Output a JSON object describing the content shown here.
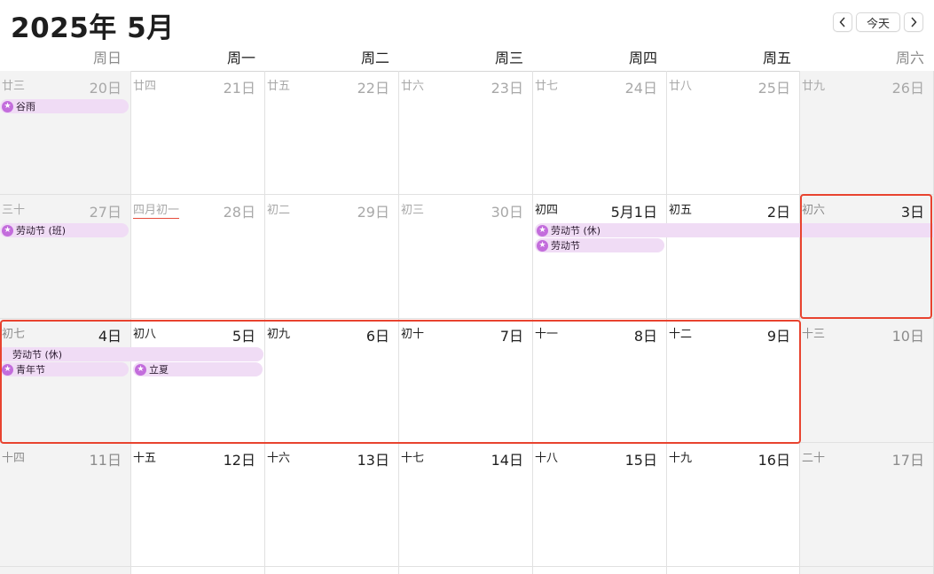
{
  "header": {
    "title": "2025年 5月",
    "prev_icon": "chevron-left-icon",
    "next_icon": "chevron-right-icon",
    "today_label": "今天"
  },
  "weekdays": [
    "周日",
    "周一",
    "周二",
    "周三",
    "周四",
    "周五",
    "周六"
  ],
  "weeks": [
    [
      {
        "lunar": "廿三",
        "day": "20日",
        "muted": true
      },
      {
        "lunar": "廿四",
        "day": "21日",
        "muted": true
      },
      {
        "lunar": "廿五",
        "day": "22日",
        "muted": true
      },
      {
        "lunar": "廿六",
        "day": "23日",
        "muted": true
      },
      {
        "lunar": "廿七",
        "day": "24日",
        "muted": true
      },
      {
        "lunar": "廿八",
        "day": "25日",
        "muted": true
      },
      {
        "lunar": "廿九",
        "day": "26日",
        "muted": true
      }
    ],
    [
      {
        "lunar": "三十",
        "day": "27日",
        "muted": true
      },
      {
        "lunar": "四月初一",
        "day": "28日",
        "muted": true
      },
      {
        "lunar": "初二",
        "day": "29日",
        "muted": true
      },
      {
        "lunar": "初三",
        "day": "30日",
        "muted": true
      },
      {
        "lunar": "初四",
        "day": "5月1日",
        "muted": false
      },
      {
        "lunar": "初五",
        "day": "2日",
        "muted": false
      },
      {
        "lunar": "初六",
        "day": "3日",
        "muted": false
      }
    ],
    [
      {
        "lunar": "初七",
        "day": "4日",
        "muted": false
      },
      {
        "lunar": "初八",
        "day": "5日",
        "muted": false
      },
      {
        "lunar": "初九",
        "day": "6日",
        "muted": false
      },
      {
        "lunar": "初十",
        "day": "7日",
        "muted": false
      },
      {
        "lunar": "十一",
        "day": "8日",
        "muted": false
      },
      {
        "lunar": "十二",
        "day": "9日",
        "muted": false
      },
      {
        "lunar": "十三",
        "day": "10日",
        "muted": false
      }
    ],
    [
      {
        "lunar": "十四",
        "day": "11日",
        "muted": false
      },
      {
        "lunar": "十五",
        "day": "12日",
        "muted": false
      },
      {
        "lunar": "十六",
        "day": "13日",
        "muted": false
      },
      {
        "lunar": "十七",
        "day": "14日",
        "muted": false
      },
      {
        "lunar": "十八",
        "day": "15日",
        "muted": false
      },
      {
        "lunar": "十九",
        "day": "16日",
        "muted": false
      },
      {
        "lunar": "二十",
        "day": "17日",
        "muted": false
      }
    ]
  ],
  "events": {
    "guyu": "谷雨",
    "labor_work": "劳动节 (班)",
    "labor_rest": "劳动节 (休)",
    "labor_day": "劳动节",
    "labor_rest2": "劳动节 (休)",
    "youth_day": "青年节",
    "lixia": "立夏"
  },
  "colors": {
    "event_bg": "#f0dcf5",
    "event_icon": "#c36ddc",
    "highlight": "#e8432f",
    "weekend_bg": "#f3f3f3"
  }
}
